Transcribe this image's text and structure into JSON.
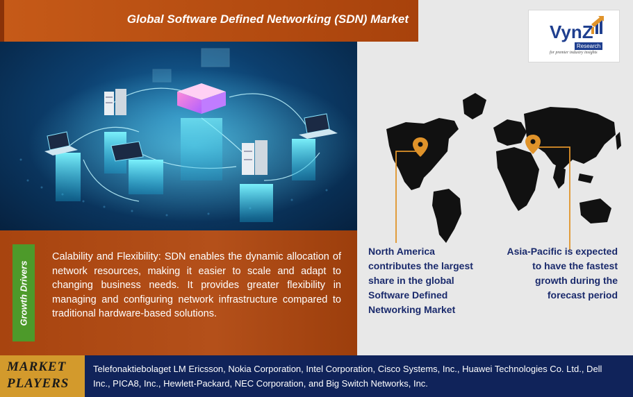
{
  "header": {
    "title": "Global Software Defined Networking (SDN) Market"
  },
  "logo": {
    "brand": "VynZ",
    "sub": "Research",
    "tagline": "for premier industry insights"
  },
  "growth_drivers": {
    "label": "Growth Drivers",
    "text": "Calability and Flexibility: SDN enables the dynamic allocation of network resources, making it easier to scale and adapt to changing business needs. It provides greater flexibility in managing and configuring network infrastructure compared to traditional hardware-based solutions."
  },
  "regions": {
    "north_america": "North America contributes the largest share in the global Software Defined Networking Market",
    "asia_pacific": "Asia-Pacific is expected to have the fastest growth during the forecast period"
  },
  "market_players": {
    "label_line1": "MARKET",
    "label_line2": "PLAYERS",
    "text": "Telefonaktiebolaget LM Ericsson, Nokia Corporation, Intel Corporation, Cisco Systems, Inc., Huawei Technologies Co. Ltd., Dell Inc., PICA8, Inc., Hewlett-Packard, NEC Corporation, and Big Switch Networks, Inc."
  },
  "colors": {
    "header_bg": "#b84e14",
    "drivers_bg": "#a8440f",
    "drivers_label_bg": "#4d9a2a",
    "region_text": "#1a2a6c",
    "players_bg": "#10235a",
    "players_badge_bg": "#d39a2c",
    "pin_color": "#e0932a"
  },
  "icons": [
    "map-pin-icon",
    "network-server-icon",
    "laptop-icon",
    "world-map-icon"
  ]
}
